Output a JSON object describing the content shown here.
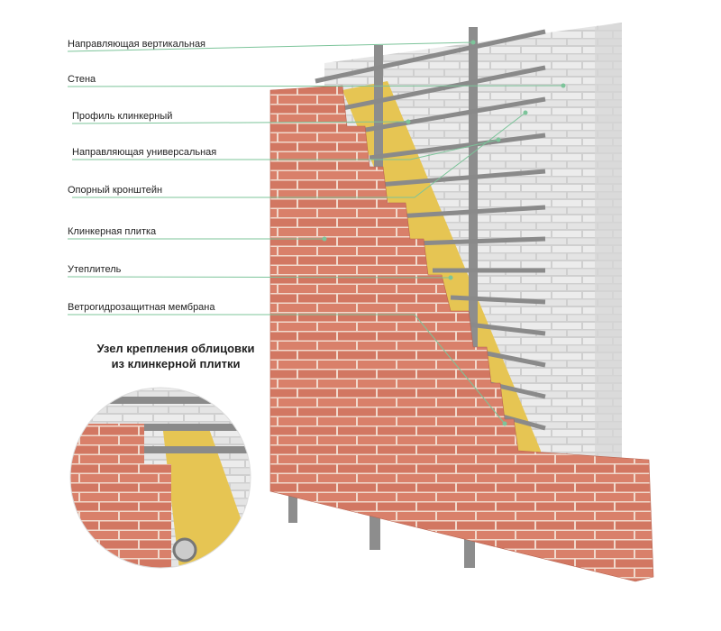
{
  "labels": [
    "Направляющая вертикальная",
    "Стена",
    "Профиль клинкерный",
    "Направляющая универсальная",
    "Опорный кронштейн",
    "Клинкерная плитка",
    "Утеплитель",
    "Ветрогидрозащитная мембрана"
  ],
  "inset_title": [
    "Узел крепления облицовки",
    "из клинкерной плитки"
  ],
  "colors": {
    "leader": "#7cc49a",
    "brick": "#d98069",
    "mortar": "#f2ddd2",
    "wall": "#e4e4e4",
    "insulation": "#e8c84a",
    "metal": "#8a8a8a"
  }
}
